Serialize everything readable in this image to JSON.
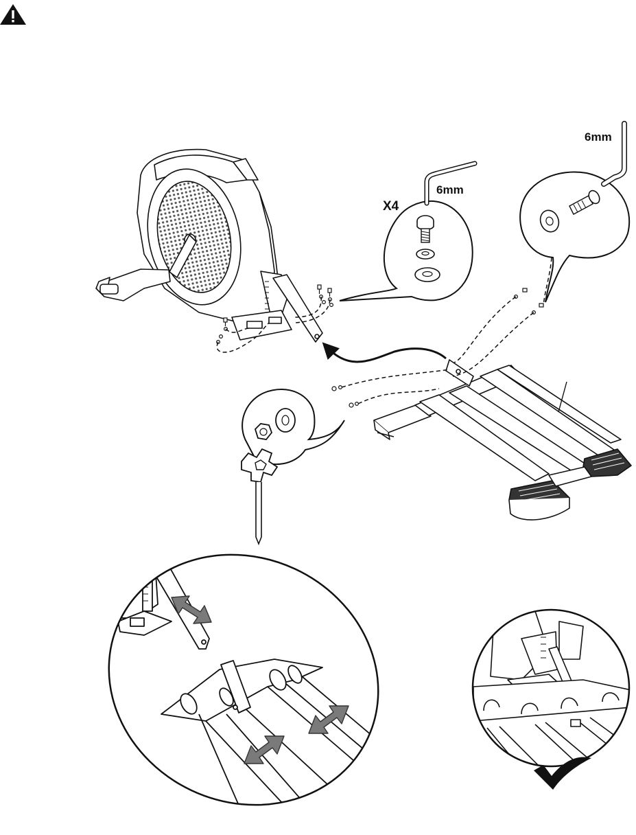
{
  "warning": {
    "icon": "warning-triangle-icon"
  },
  "callouts": {
    "bolt_kit": {
      "quantity": "X4",
      "wrench_size": "6mm"
    },
    "axle_kit": {
      "wrench_size": "6mm"
    }
  },
  "status": {
    "icon": "checkmark-icon"
  },
  "colors": {
    "ink": "#111111",
    "arrow_gray": "#7a7a7a",
    "screen": "#cccccc"
  }
}
